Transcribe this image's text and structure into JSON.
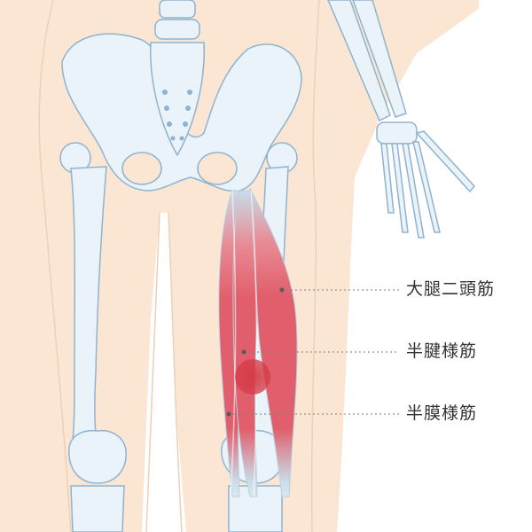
{
  "colors": {
    "skin": "#fbe6d3",
    "skin_outline": "#e8c9ad",
    "bone_fill": "#eaf3f9",
    "bone_outline": "#8fb3cf",
    "muscle": "#e06470",
    "muscle_dark": "#d3485a",
    "tendon": "#c9dcea",
    "leader_line": "#777777",
    "highlight": "#d9454f"
  },
  "labels": [
    {
      "id": "biceps-femoris",
      "text": "大腿二頭筋"
    },
    {
      "id": "semitendinosus",
      "text": "半腱様筋"
    },
    {
      "id": "semimembranosus",
      "text": "半膜様筋"
    }
  ]
}
